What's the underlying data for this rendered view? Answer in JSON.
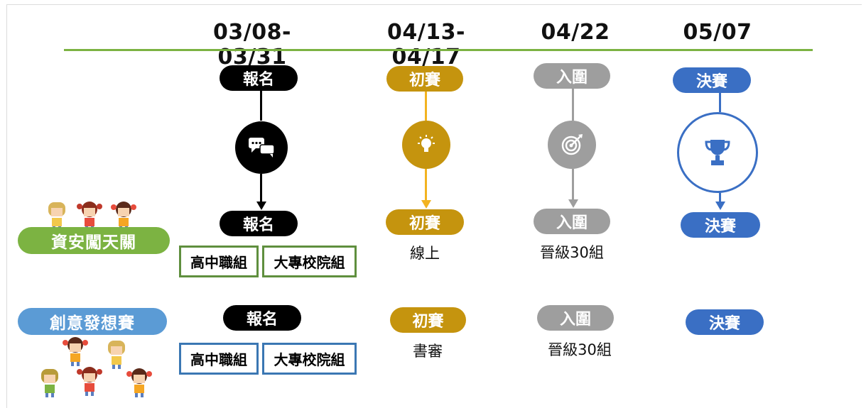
{
  "dates": [
    "03/08-03/31",
    "04/13-04/17",
    "04/22",
    "05/07"
  ],
  "track1": {
    "label": "資安闖天關",
    "stage_top": [
      "報名",
      "初賽",
      "入圍",
      "決賽"
    ],
    "stage_bottom": [
      "報名",
      "初賽",
      "入圍",
      "決賽"
    ],
    "groups": [
      "高中職組",
      "大專校院組"
    ],
    "note_prelim": "線上",
    "note_finalist": "晉級30組"
  },
  "track2": {
    "label": "創意發想賽",
    "stages": [
      "報名",
      "初賽",
      "入圍",
      "決賽"
    ],
    "groups": [
      "高中職組",
      "大專校院組"
    ],
    "note_prelim": "書審",
    "note_finalist": "晉級30組"
  },
  "icons": [
    "chat-bubbles-icon",
    "lightbulb-icon",
    "target-icon",
    "trophy-icon"
  ],
  "colors": {
    "timeline": "#7cb342",
    "register": "#000000",
    "prelim": "#c5940e",
    "finalist": "#9e9e9e",
    "final": "#3a6fc4",
    "track1": "#7cb342",
    "track2": "#5b9bd5"
  }
}
